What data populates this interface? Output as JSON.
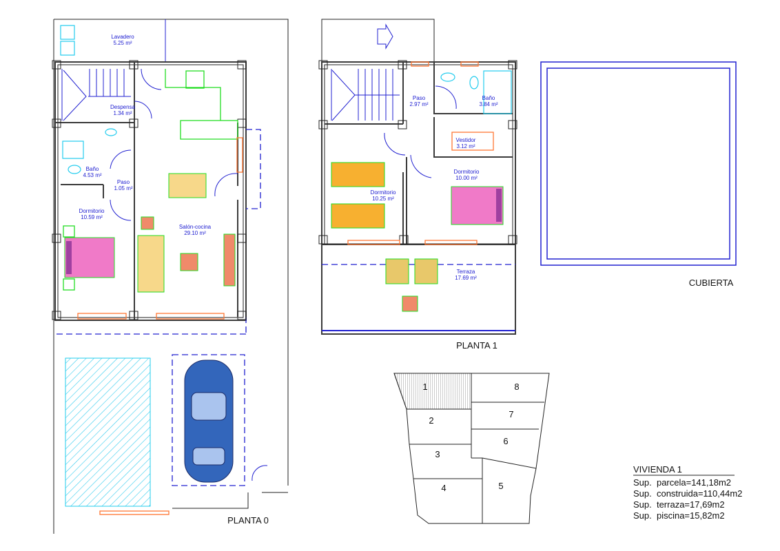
{
  "planta0": {
    "title": "PLANTA 0",
    "rooms": [
      {
        "name": "Lavadero",
        "area": "5.25 m²"
      },
      {
        "name": "Despensa",
        "area": "1.34 m²"
      },
      {
        "name": "Baño",
        "area": "4.53 m²"
      },
      {
        "name": "Paso",
        "area": "1.05 m²"
      },
      {
        "name": "Dormitorio",
        "area": "10.59 m²"
      },
      {
        "name": "Salón-cocina",
        "area": "29.10 m²"
      }
    ]
  },
  "planta1": {
    "title": "PLANTA 1",
    "rooms": [
      {
        "name": "Paso",
        "area": "2.97 m²"
      },
      {
        "name": "Baño",
        "area": "3.84 m²"
      },
      {
        "name": "Vestidor",
        "area": "3.12 m²"
      },
      {
        "name": "Dormitorio",
        "area": "10.00 m²"
      },
      {
        "name": "Dormitorio",
        "area": "10.25 m²"
      },
      {
        "name": "Terraza",
        "area": "17.69 m²"
      }
    ]
  },
  "cubierta": {
    "title": "CUBIERTA"
  },
  "parcelas": [
    "1",
    "2",
    "3",
    "4",
    "5",
    "6",
    "7",
    "8"
  ],
  "highlighted_parcel": "1",
  "vivienda": {
    "title": "VIVIENDA 1",
    "lines": [
      "Sup.  parcela=141,18m2",
      "Sup.  construida=110,44m2",
      "Sup.  terraza=17,69m2",
      "Sup.  piscina=15,82m2"
    ]
  }
}
